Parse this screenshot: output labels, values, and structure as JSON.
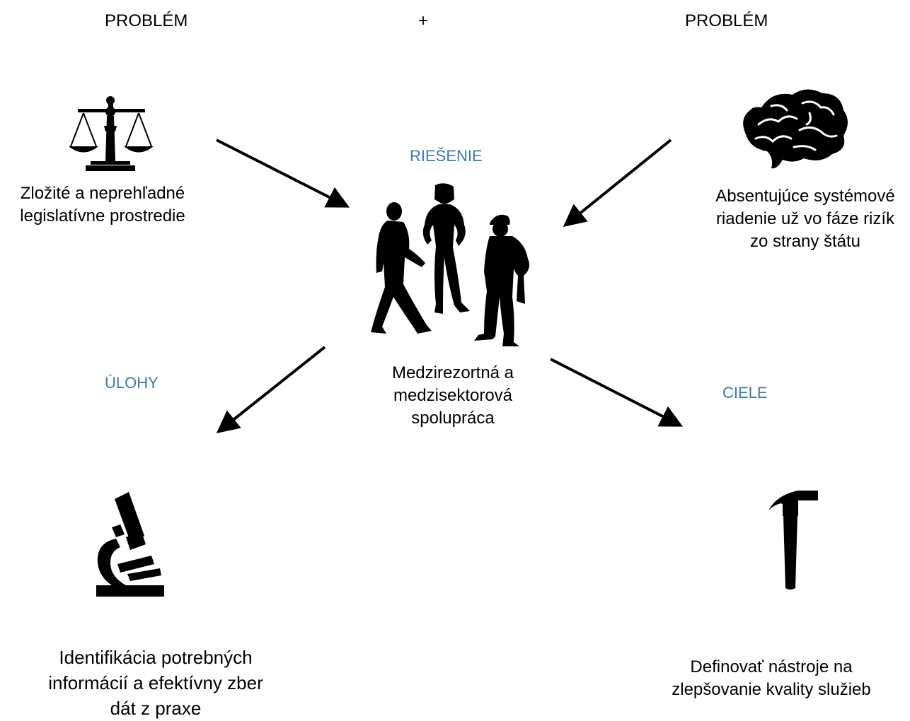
{
  "header": {
    "left_problem": "PROBLÉM",
    "plus": "+",
    "right_problem": "PROBLÉM"
  },
  "labels": {
    "solution": "RIEŠENIE",
    "tasks": "ÚLOHY",
    "goals": "CIELE"
  },
  "nodes": {
    "legislation": {
      "icon": "scales-icon",
      "text": "Zložité a neprehľadné\nlegislatívne prostredie"
    },
    "management": {
      "icon": "brain-icon",
      "text": "Absentujúce systémové\nriadenie už vo fáze rizík\nzo strany štátu"
    },
    "cooperation": {
      "icon": "people-group-icon",
      "text": "Medzirezortná a\nmedzisektorová\nspolupráca"
    },
    "identification": {
      "icon": "microscope-icon",
      "text": "Identifikácia potrebných\ninformácií a efektívny zber\ndát z praxe"
    },
    "tools": {
      "icon": "hammer-icon",
      "text": "Definovať nástroje na\nzlepšovanie kvality služieb"
    }
  },
  "colors": {
    "accent": "#3a78b5",
    "ink": "#000000"
  }
}
